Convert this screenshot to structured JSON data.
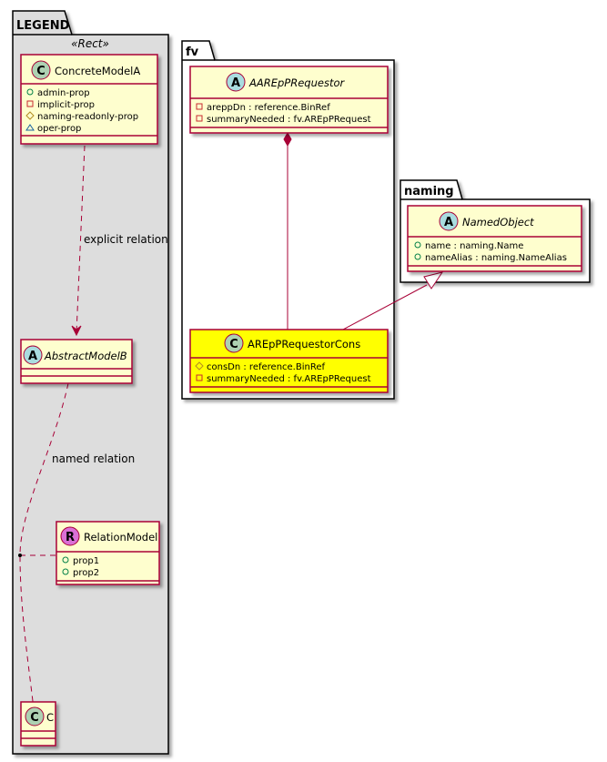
{
  "packages": {
    "legend": {
      "title": "LEGEND",
      "stereotype": "«Rect»"
    },
    "fv": {
      "title": "fv"
    },
    "naming": {
      "title": "naming"
    }
  },
  "classes": {
    "concrete_model_a": {
      "name": "ConcreteModelA",
      "kind": "C",
      "attributes": [
        {
          "visibility": "public",
          "text": "admin-prop"
        },
        {
          "visibility": "private",
          "text": "implicit-prop"
        },
        {
          "visibility": "protected",
          "text": "naming-readonly-prop"
        },
        {
          "visibility": "package",
          "text": "oper-prop"
        }
      ]
    },
    "abstract_model_b": {
      "name": "AbstractModelB",
      "kind": "A",
      "attributes": []
    },
    "relation_model": {
      "name": "RelationModel",
      "kind": "R",
      "attributes": [
        {
          "visibility": "public",
          "text": "prop1"
        },
        {
          "visibility": "public",
          "text": "prop2"
        }
      ]
    },
    "c": {
      "name": "C",
      "kind": "C",
      "attributes": []
    },
    "aarep_requestor": {
      "name": "AAREpPRequestor",
      "kind": "A",
      "attributes": [
        {
          "visibility": "private",
          "text": "areppDn : reference.BinRef"
        },
        {
          "visibility": "private",
          "text": "summaryNeeded : fv.AREpPRequest"
        }
      ]
    },
    "arep_requestor_cons": {
      "name": "AREpPRequestorCons",
      "kind": "C",
      "highlight": "#ffff00",
      "attributes": [
        {
          "visibility": "protected",
          "text": "consDn : reference.BinRef"
        },
        {
          "visibility": "private",
          "text": "summaryNeeded : fv.AREpPRequest"
        }
      ]
    },
    "named_object": {
      "name": "NamedObject",
      "kind": "A",
      "attributes": [
        {
          "visibility": "public",
          "text": "name : naming.Name"
        },
        {
          "visibility": "public",
          "text": "nameAlias : naming.NameAlias"
        }
      ]
    }
  },
  "relations": {
    "explicit": {
      "label": "explicit relation",
      "type": "dependency"
    },
    "named": {
      "label": "named relation",
      "type": "association-class"
    },
    "composition": {
      "type": "composition"
    },
    "inheritance": {
      "type": "generalization"
    }
  },
  "colors": {
    "class_fill": "#fefece",
    "class_border": "#a80036",
    "highlight_fill": "#ffff00",
    "legend_fill": "#dddddd",
    "circle_C": "#add1b2",
    "circle_A": "#a9dcdf",
    "circle_R": "#da70d6",
    "vis_public": "#038048",
    "vis_private": "#c82930",
    "vis_protected": "#b38d22",
    "vis_package": "#1963a0"
  }
}
